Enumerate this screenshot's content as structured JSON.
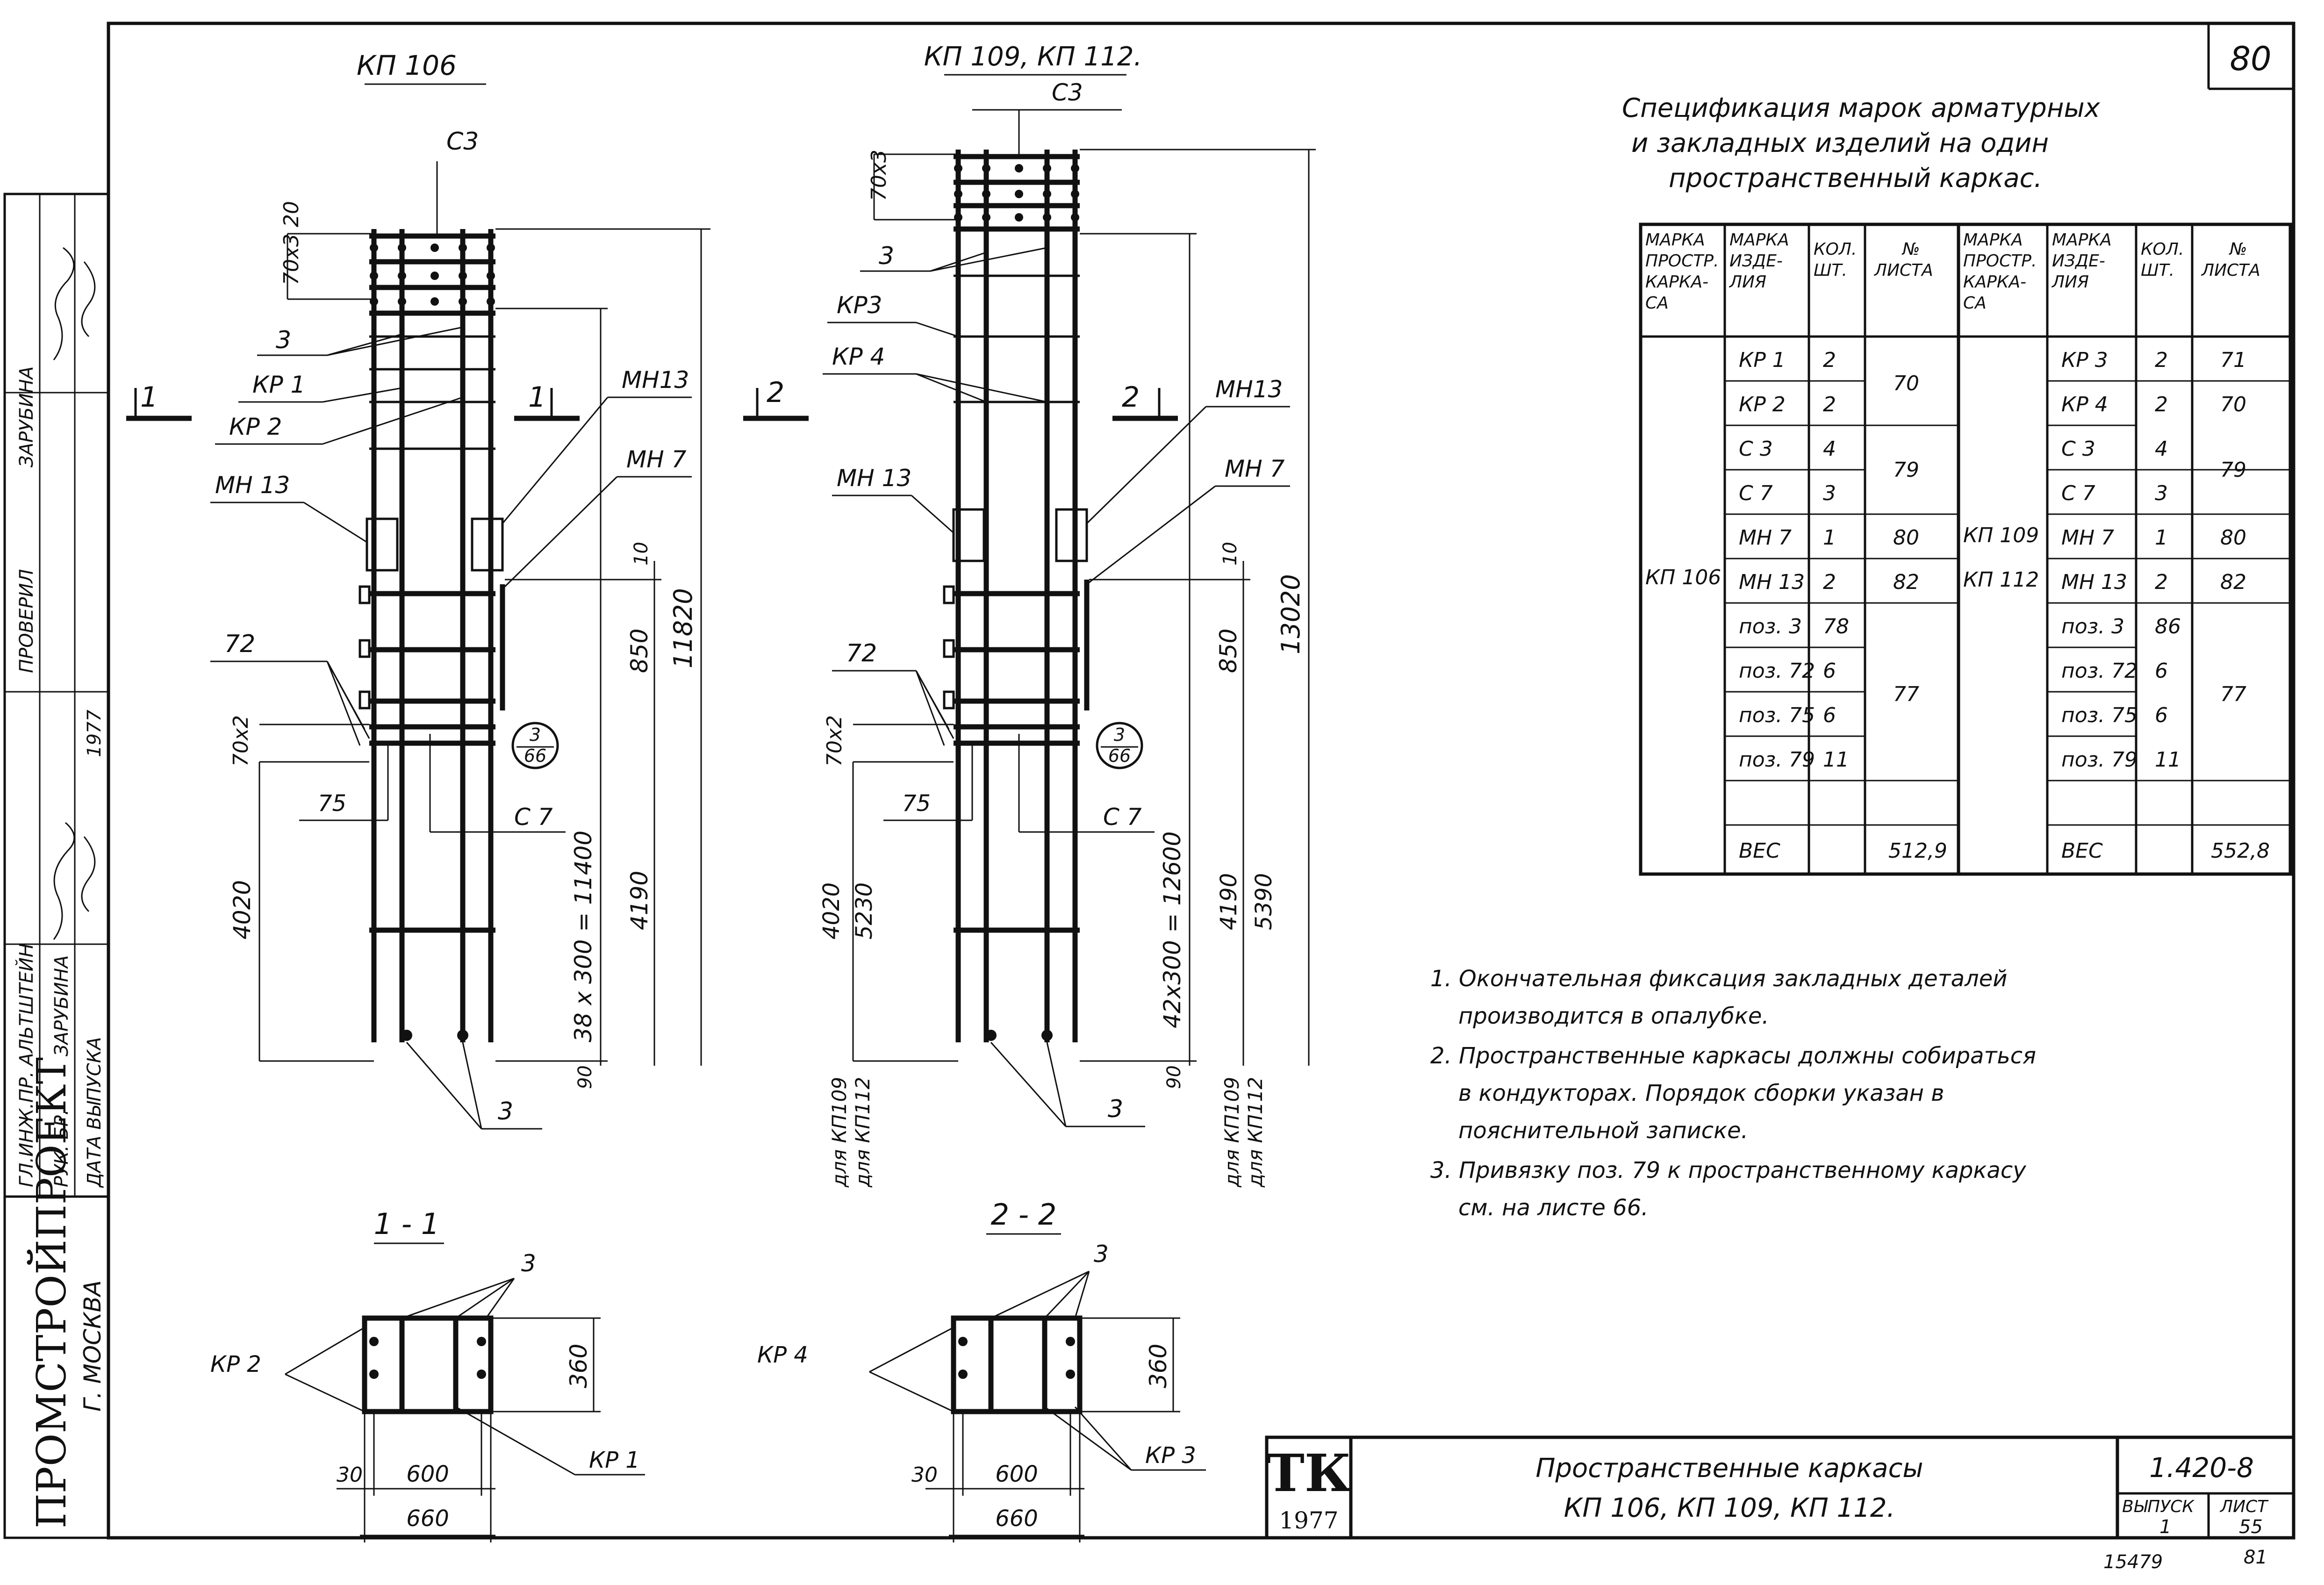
{
  "sheet_number": "80",
  "drawings": {
    "left_title": "КП 106",
    "right_title": "КП 109, КП 112.",
    "c3": "С3",
    "dim_70x3_20": "70х3 20",
    "dim_70x3": "70х3",
    "bar_3": "3",
    "kr1": "КР 1",
    "kr2": "КР 2",
    "kr3": "КР3",
    "kr4": "КР 4",
    "kr1_b": "КР 1",
    "kr2_b": "КР 2",
    "kr3_b": "КР 3",
    "kr4_b": "КР 4",
    "section_1": "1",
    "section_2": "2",
    "mn13": "МН 13",
    "mn13_b": "МН13",
    "mn7": "МН 7",
    "dim_10": "10",
    "dim_850": "850",
    "dim_11820": "11820",
    "dim_13020": "13020",
    "label_72": "72",
    "dim_70x2": "70х2",
    "label_75": "75",
    "c7": "С 7",
    "circle_top": "3",
    "circle_bottom": "66",
    "dim_4020": "4020",
    "dim_5230": "5230",
    "dim_38x300": "38 х 300 = 11400",
    "dim_42x300": "42х300 = 12600",
    "dim_4190": "4190",
    "dim_5390": "5390",
    "dim_90": "90",
    "note_kp109": "для КП109",
    "note_kp112": "для КП112",
    "section_11": "1 - 1",
    "section_22": "2 - 2",
    "dim_360": "360",
    "dim_30": "30",
    "dim_600": "600",
    "dim_660": "660"
  },
  "stamp_side": {
    "org": "ПРОМСТРОЙПРОЕКТ",
    "city": "Г. МОСКВА",
    "role_gl_inzh": "ГЛ.ИНЖ.ПР.",
    "role_ruk_br": "РУК. БР.",
    "role_date": "ДАТА ВЫПУСКА",
    "name_altshtein": "АЛЬТШТЕЙН",
    "name_zarubina": "ЗАРУБИНА",
    "year": "1977",
    "role_proveril": "ПРОВЕРИЛ",
    "name_zarubina_2": "ЗАРУБИНА"
  },
  "spec": {
    "title_line1": "Спецификация марок арматурных",
    "title_line2": "и закладных изделий на один",
    "title_line3": "пространственный каркас.",
    "headers": {
      "col1": [
        "МАРКА",
        "ПРОСТР.",
        "КАРКА-",
        "СА"
      ],
      "col2": [
        "МАРКА",
        "ИЗДЕ-",
        "ЛИЯ"
      ],
      "col3": [
        "КОЛ.",
        "ШТ."
      ],
      "col4": [
        "№",
        "ЛИСТА"
      ]
    },
    "left": {
      "mark": "КП 106",
      "rows": [
        {
          "item": "КР 1",
          "qty": "2"
        },
        {
          "item": "КР 2",
          "qty": "2"
        },
        {
          "item": "С 3",
          "qty": "4"
        },
        {
          "item": "С 7",
          "qty": "3"
        },
        {
          "item": "МН 7",
          "qty": "1"
        },
        {
          "item": "МН 13",
          "qty": "2"
        },
        {
          "item": "поз. 3",
          "qty": "78"
        },
        {
          "item": "поз. 72",
          "qty": "6"
        },
        {
          "item": "поз. 75",
          "qty": "6"
        },
        {
          "item": "поз. 79",
          "qty": "11"
        }
      ],
      "sheets": [
        "70",
        "79",
        "80",
        "82",
        "77"
      ],
      "weight_label": "ВЕС",
      "weight": "512,9"
    },
    "right": {
      "mark1": "КП 109",
      "mark2": "КП 112",
      "rows": [
        {
          "item": "КР 3",
          "qty": "2"
        },
        {
          "item": "КР 4",
          "qty": "2"
        },
        {
          "item": "С 3",
          "qty": "4"
        },
        {
          "item": "С 7",
          "qty": "3"
        },
        {
          "item": "МН 7",
          "qty": "1"
        },
        {
          "item": "МН 13",
          "qty": "2"
        },
        {
          "item": "поз. 3",
          "qty": "86"
        },
        {
          "item": "поз. 72",
          "qty": "6"
        },
        {
          "item": "поз. 75",
          "qty": "6"
        },
        {
          "item": "поз. 79",
          "qty": "11"
        }
      ],
      "sheets": [
        "71",
        "70",
        "79",
        "80",
        "82",
        "77"
      ],
      "weight_label": "ВЕС",
      "weight": "552,8"
    }
  },
  "notes": {
    "n1a": "1. Окончательная фиксация закладных деталей",
    "n1b": "производится в опалубке.",
    "n2a": "2. Пространственные каркасы должны собираться",
    "n2b": "в кондукторах. Порядок сборки указан в",
    "n2c": "пояснительной записке.",
    "n3a": "3. Привязку поз. 79 к пространственному каркасу",
    "n3b": "см. на листе 66."
  },
  "title_block": {
    "logo": "ТК",
    "logo_year": "1977",
    "title_line1": "Пространственные каркасы",
    "title_line2": "КП 106, КП 109, КП 112.",
    "series": "1.420-8",
    "issue_label": "ВЫПУСК",
    "issue_value": "1",
    "sheet_label": "ЛИСТ",
    "sheet_value": "55",
    "bottom_left": "15479",
    "bottom_right": "81"
  }
}
